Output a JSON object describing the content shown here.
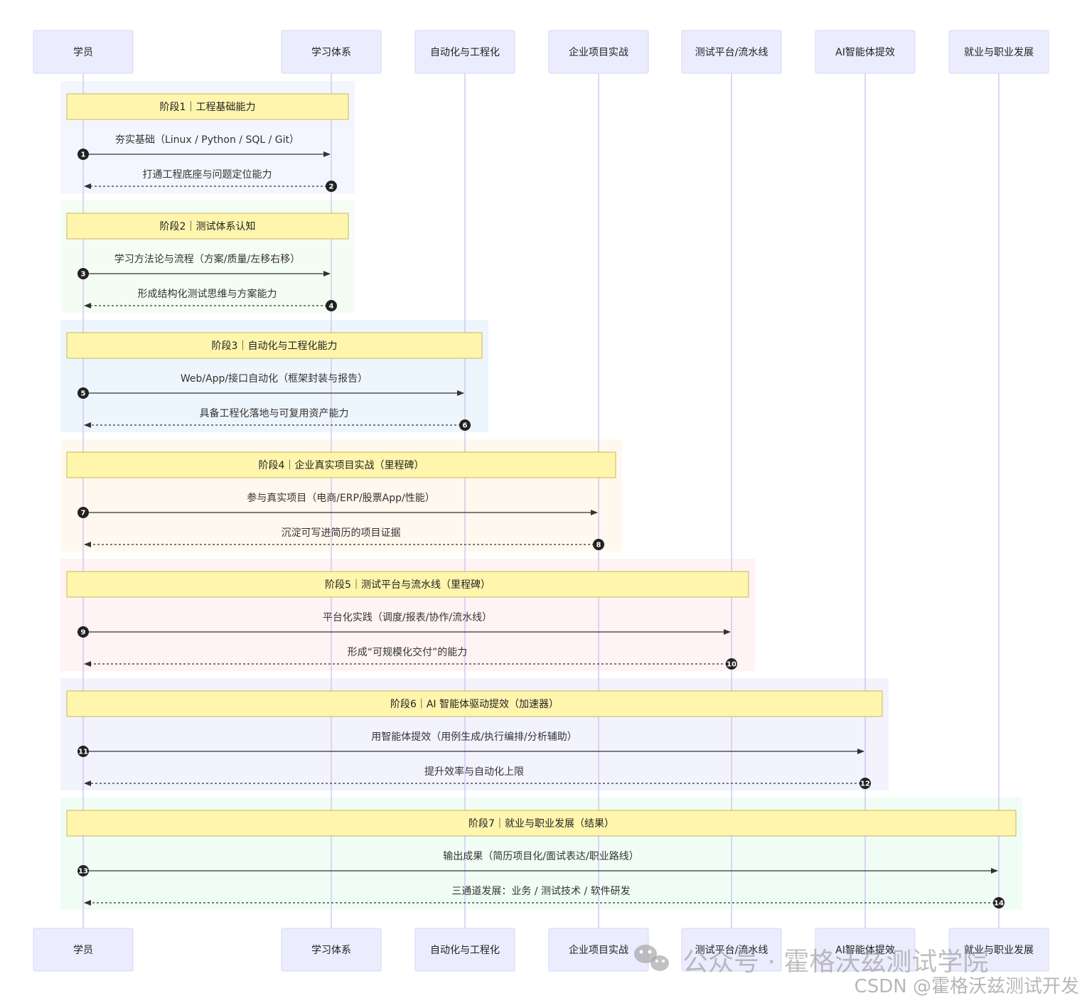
{
  "actors": [
    {
      "id": "student",
      "label": "学员"
    },
    {
      "id": "system",
      "label": "学习体系"
    },
    {
      "id": "automation",
      "label": "自动化与工程化"
    },
    {
      "id": "project",
      "label": "企业项目实战"
    },
    {
      "id": "platform",
      "label": "测试平台/流水线"
    },
    {
      "id": "ai",
      "label": "AI智能体提效"
    },
    {
      "id": "career",
      "label": "就业与职业发展"
    }
  ],
  "stages": [
    {
      "title": "阶段1｜工程基础能力",
      "bg": "#f4f6ff",
      "target": "system",
      "request": {
        "seq": "1",
        "text": "夯实基础（Linux / Python / SQL / Git）"
      },
      "response": {
        "seq": "2",
        "text": "打通工程底座与问题定位能力"
      }
    },
    {
      "title": "阶段2｜测试体系认知",
      "bg": "#f4fdf3",
      "target": "system",
      "request": {
        "seq": "3",
        "text": "学习方法论与流程（方案/质量/左移右移）"
      },
      "response": {
        "seq": "4",
        "text": "形成结构化测试思维与方案能力"
      }
    },
    {
      "title": "阶段3｜自动化与工程化能力",
      "bg": "#eef6fd",
      "target": "automation",
      "request": {
        "seq": "5",
        "text": "Web/App/接口自动化（框架封装与报告）"
      },
      "response": {
        "seq": "6",
        "text": "具备工程化落地与可复用资产能力"
      }
    },
    {
      "title": "阶段4｜企业真实项目实战（里程碑）",
      "bg": "#fff8ee",
      "target": "project",
      "request": {
        "seq": "7",
        "text": "参与真实项目（电商/ERP/股票App/性能）"
      },
      "response": {
        "seq": "8",
        "text": "沉淀可写进简历的项目证据"
      }
    },
    {
      "title": "阶段5｜测试平台与流水线（里程碑）",
      "bg": "#fff3f3",
      "target": "platform",
      "request": {
        "seq": "9",
        "text": "平台化实践（调度/报表/协作/流水线）"
      },
      "response": {
        "seq": "10",
        "text": "形成“可规模化交付”的能力"
      }
    },
    {
      "title": "阶段6｜AI 智能体驱动提效（加速器）",
      "bg": "#f3f3fe",
      "target": "ai",
      "request": {
        "seq": "11",
        "text": "用智能体提效（用例生成/执行编排/分析辅助）"
      },
      "response": {
        "seq": "12",
        "text": "提升效率与自动化上限"
      }
    },
    {
      "title": "阶段7｜就业与职业发展（结果）",
      "bg": "#f0fdf5",
      "target": "career",
      "request": {
        "seq": "13",
        "text": "输出成果（简历项目化/面试表达/职业路线）"
      },
      "response": {
        "seq": "14",
        "text": "三通道发展：业务 / 测试技术 / 软件研发"
      }
    }
  ],
  "watermark": {
    "icon": "wechat-icon",
    "main": "公众号 · 霍格沃兹测试学院",
    "csdn": "CSDN @霍格沃兹测试开发"
  }
}
